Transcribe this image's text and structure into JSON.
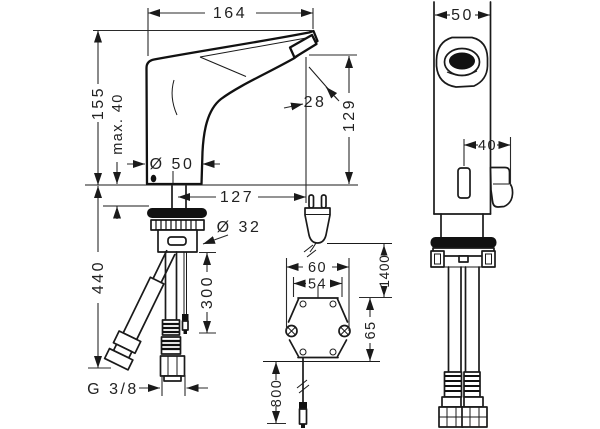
{
  "colors": {
    "background": "#ffffff",
    "line": "#1a1a1a",
    "dark_fill": "#111111",
    "text": "#222222"
  },
  "front": {
    "dims": {
      "total_length": "164",
      "height_above_counter": "155",
      "max_counter_thickness": "max. 40",
      "base_diameter": "Ø 50",
      "spout_reach": "127",
      "spout_tip_offset": "28",
      "outlet_height": "129",
      "shank_diameter": "Ø 32",
      "height_below_counter": "440",
      "sensor_cable_length": "300",
      "connection_thread": "G 3/8"
    }
  },
  "side": {
    "dims": {
      "body_width": "50",
      "handle_offset": "40"
    }
  },
  "control": {
    "dims": {
      "plug_cable_length": "1400",
      "box_outer_width": "60",
      "box_inner_width": "54",
      "box_height": "65",
      "outlet_cable_length": "800"
    }
  }
}
